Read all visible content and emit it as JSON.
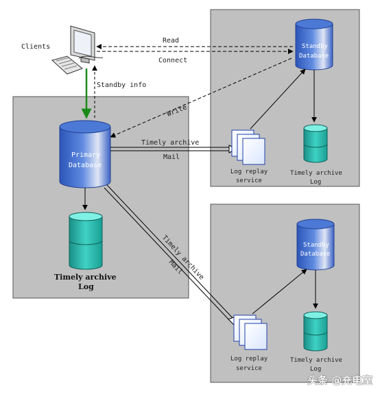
{
  "clients_label": "Clients",
  "edges": {
    "read": "Read",
    "connect": "Connect",
    "standby_info": "Standby info",
    "write": "Write",
    "timely_archive_top": "Timely archive",
    "mail_top": "Mail",
    "timely_archive_diag": "Timely archive",
    "mail_diag": "Mail"
  },
  "primary": {
    "db_line1": "Primary",
    "db_line2": "Database",
    "log_line1": "Timely archive",
    "log_line2": "Log"
  },
  "standby_top": {
    "db_line1": "Standby",
    "db_line2": "Database",
    "service_line1": "Log replay",
    "service_line2": "service",
    "log_line1": "Timely archive",
    "log_line2": "Log"
  },
  "standby_bottom": {
    "db_line1": "Standby",
    "db_line2": "Database",
    "service_line1": "Log replay",
    "service_line2": "service",
    "log_line1": "Timely archive",
    "log_line2": "Log"
  },
  "watermark": "头条 @充电室",
  "colors": {
    "panel_fill": "#c0c0c0",
    "db_blue": "#3f6fd0",
    "log_cyan": "#2ec4b6",
    "standby_arrow": "#1a8a1a"
  }
}
